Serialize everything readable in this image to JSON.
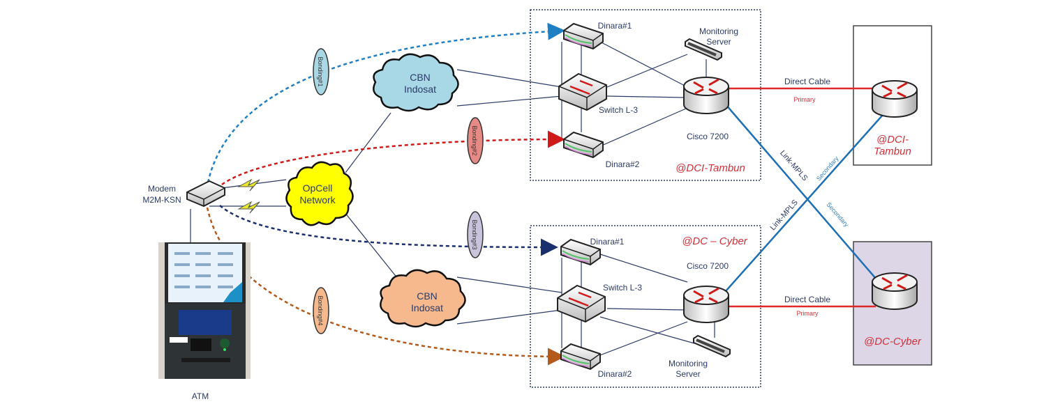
{
  "diagram": {
    "modem": {
      "label_line1": "Modem",
      "label_line2": "M2M-KSN"
    },
    "atm": {
      "label": "ATM"
    },
    "clouds": {
      "opcell": {
        "line1": "OpCell",
        "line2": "Network",
        "color": "#ffff00"
      },
      "cbn_top": {
        "line1": "CBN",
        "line2": "Indosat",
        "color": "#a8d8e6"
      },
      "cbn_bottom": {
        "line1": "CBN",
        "line2": "Indosat",
        "color": "#f6b98e"
      }
    },
    "bondings": [
      {
        "label": "Bonding#1",
        "color": "#a8d8e6",
        "line_color": "#1f7fc4"
      },
      {
        "label": "Bonding#2",
        "color": "#e58a84",
        "line_color": "#d01a1a"
      },
      {
        "label": "Bonding#3",
        "color": "#c9c3dc",
        "line_color": "#1a2f6e"
      },
      {
        "label": "Bonding#4",
        "color": "#f6b98e",
        "line_color": "#b35a1a"
      }
    ],
    "site_top": {
      "title": "@DCI-Tambun",
      "dinara1": "Dinara#1",
      "dinara2": "Dinara#2",
      "switch": "Switch L-3",
      "router": "Cisco 7200",
      "monitoring_line1": "Monitoring",
      "monitoring_line2": "Server"
    },
    "site_bottom": {
      "title": "@DC – Cyber",
      "dinara1": "Dinara#1",
      "dinara2": "Dinara#2",
      "switch": "Switch L-3",
      "router": "Cisco 7200",
      "monitoring_line1": "Monitoring",
      "monitoring_line2": "Server"
    },
    "links": {
      "direct_top": "Direct Cable",
      "primary_top": "Primary",
      "direct_bottom": "Direct Cable",
      "primary_bottom": "Primary",
      "mpls_top": "Link-MPLS",
      "mpls_bottom": "Link-MPLS",
      "secondary_top": "Secondary",
      "secondary_bottom": "Secondary"
    },
    "remote_top": {
      "line1": "@DCI-",
      "line2": "Tambun"
    },
    "remote_bottom": {
      "label": "@DC-Cyber",
      "bg": "#ddd6e6"
    },
    "colors": {
      "primary_link": "#e02828",
      "mpls_link": "#1f6fb4",
      "internal_link": "#2b3a66"
    }
  }
}
